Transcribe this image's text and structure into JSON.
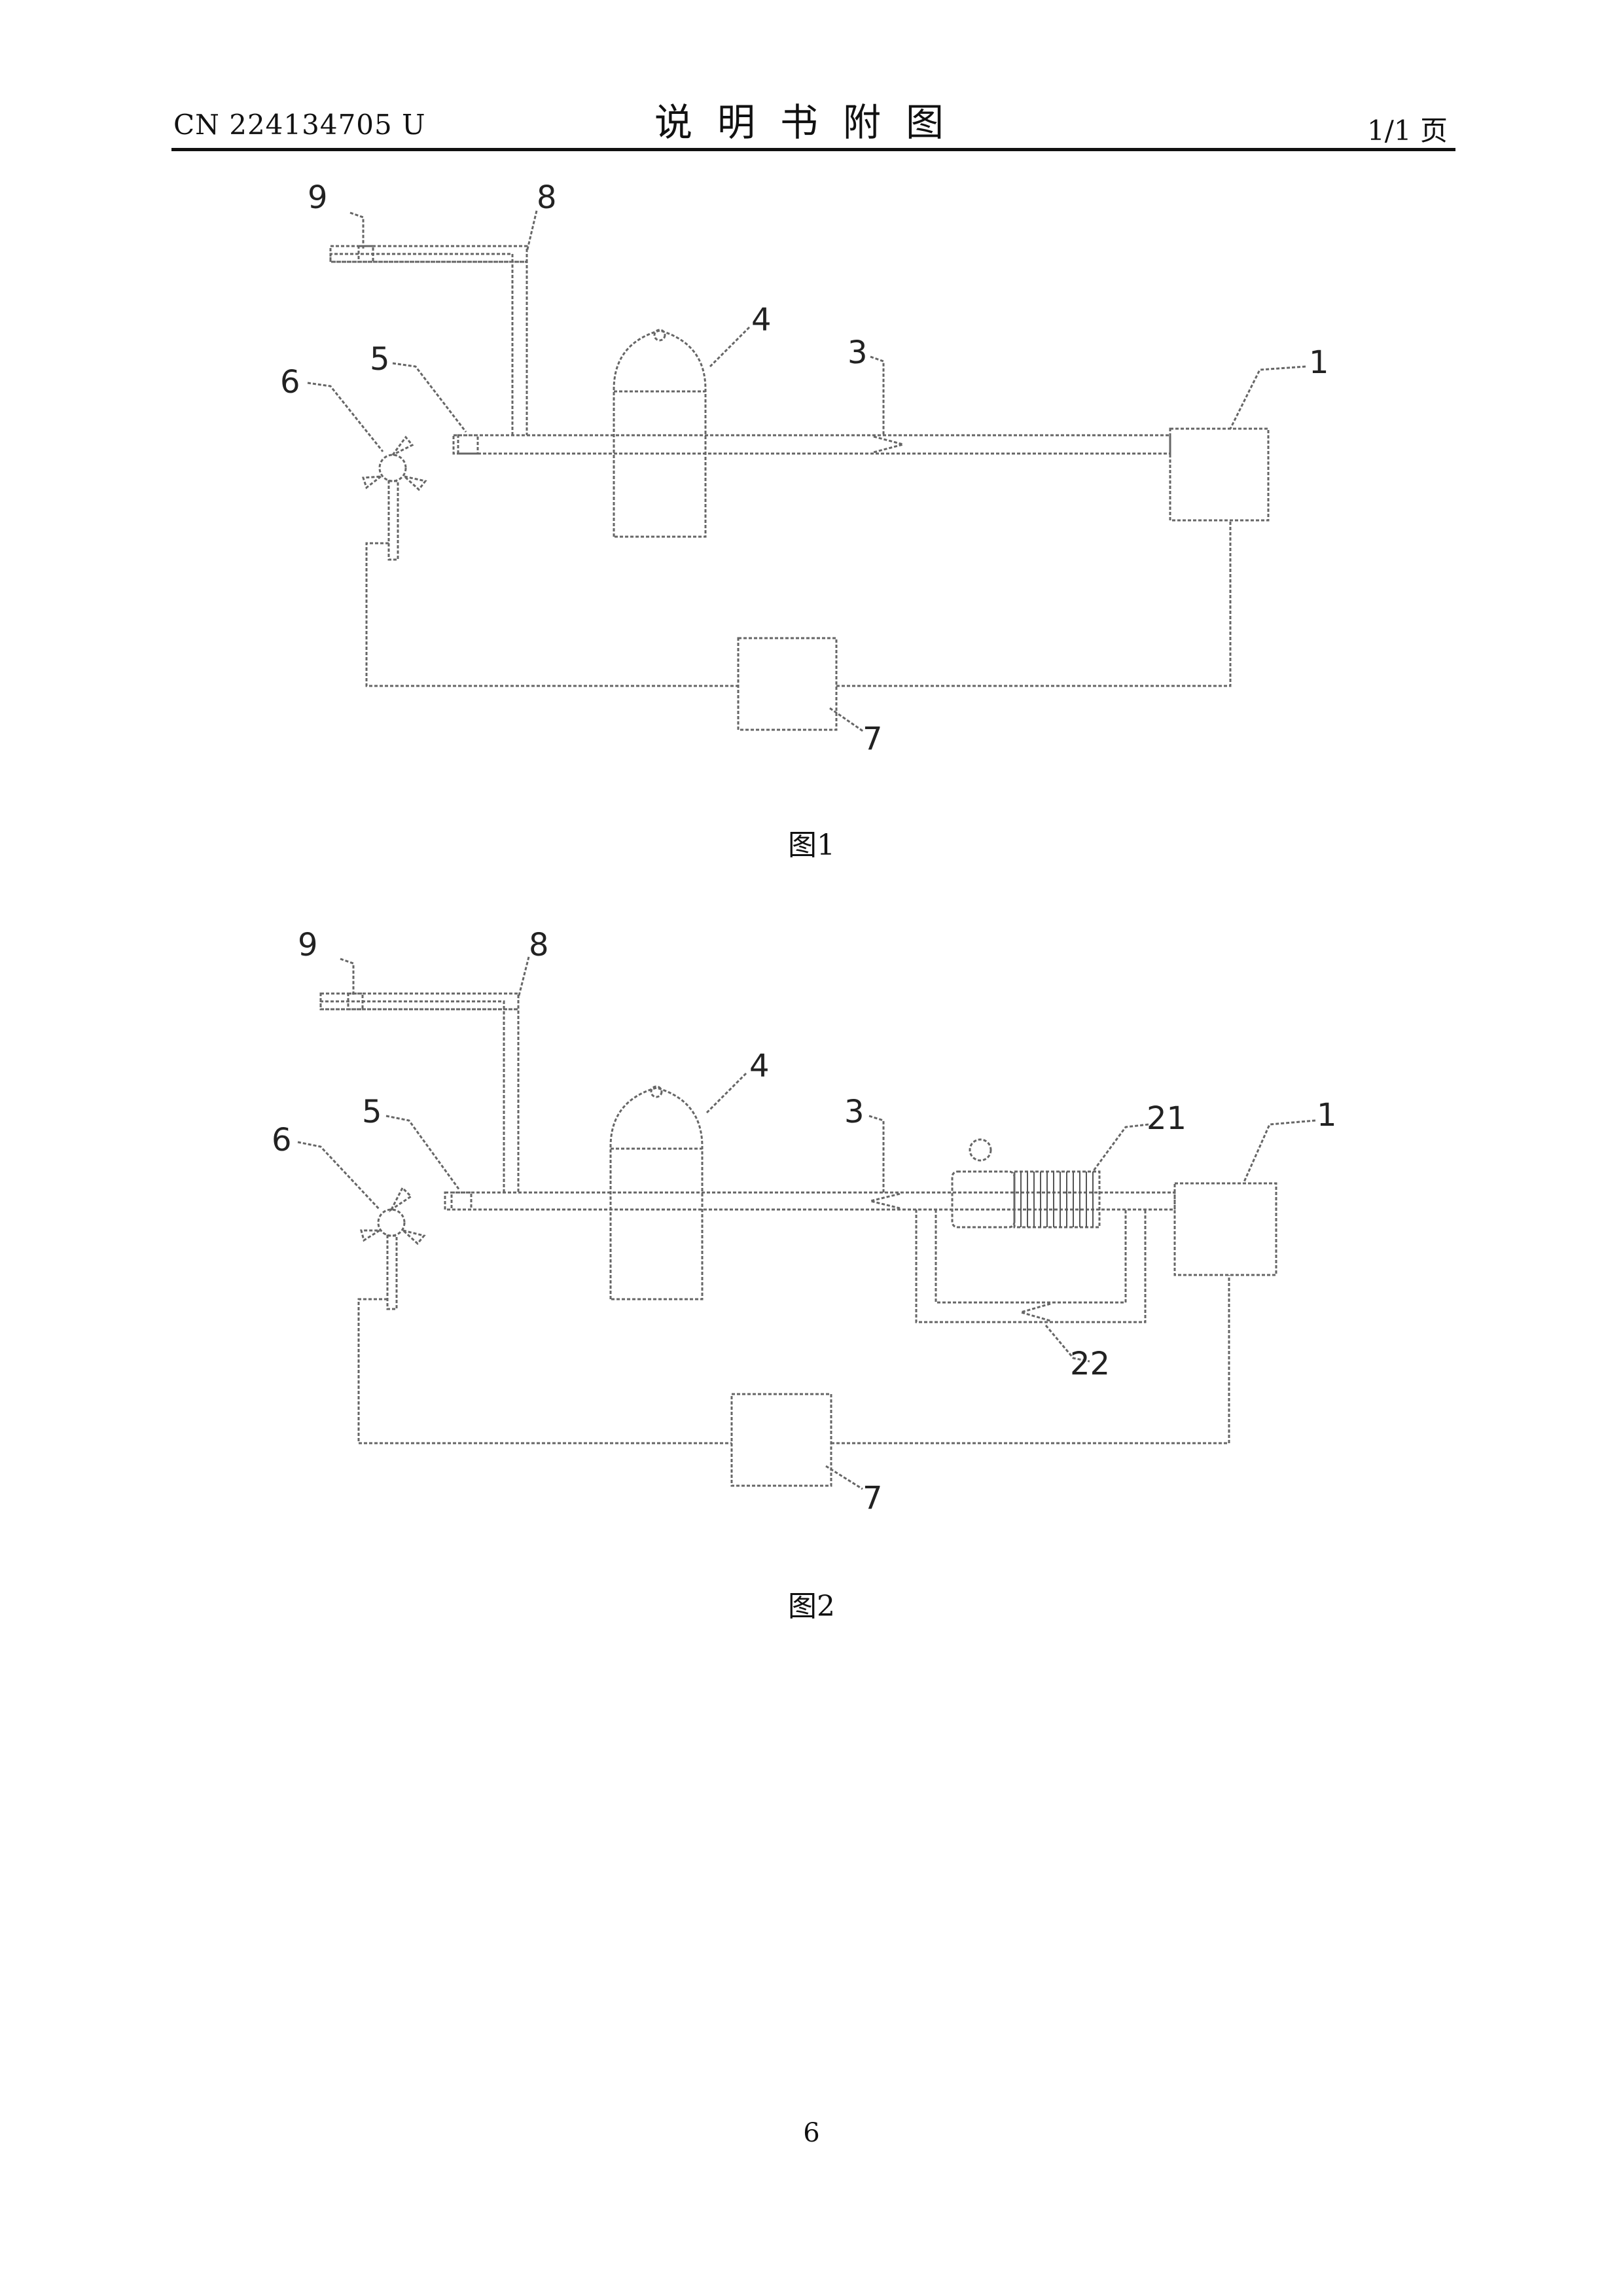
{
  "header": {
    "doc_number": "CN 224134705 U",
    "title": "说明书附图",
    "page_of": "1/1 页"
  },
  "figure1": {
    "caption": "图1",
    "labels": [
      "1",
      "3",
      "4",
      "5",
      "6",
      "7",
      "8",
      "9"
    ]
  },
  "figure2": {
    "caption": "图2",
    "labels": [
      "1",
      "3",
      "4",
      "5",
      "6",
      "7",
      "8",
      "9",
      "21",
      "22"
    ]
  },
  "footer": {
    "page_number": "6"
  }
}
